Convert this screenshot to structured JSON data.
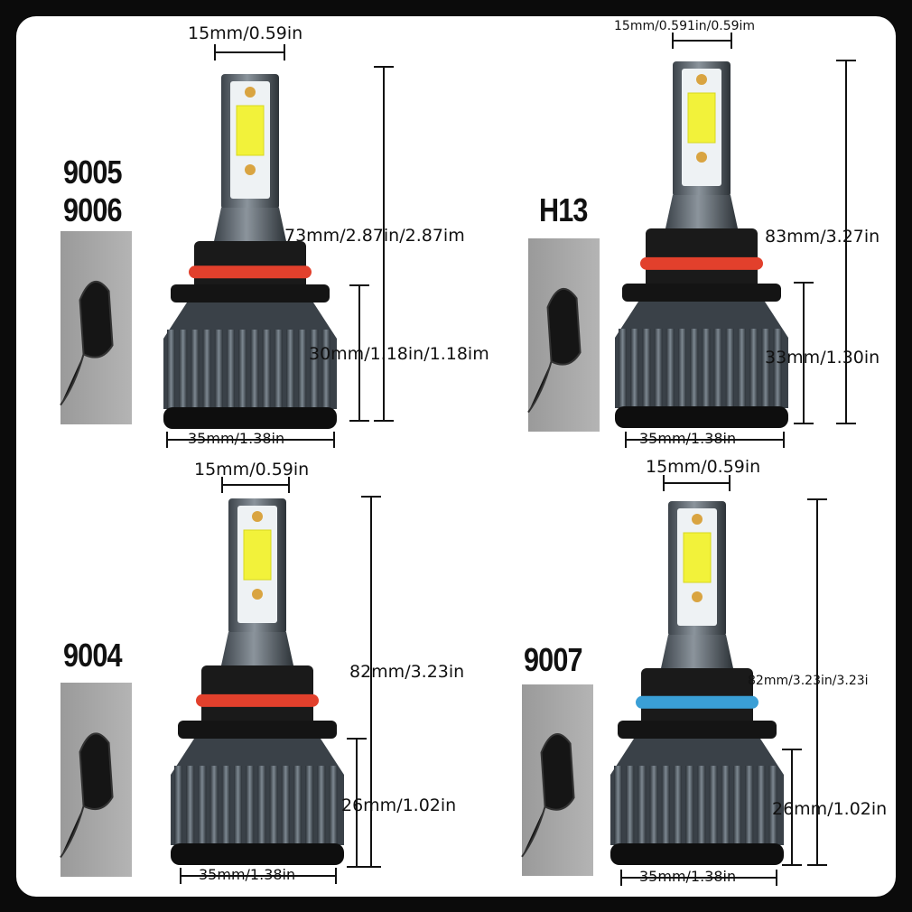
{
  "colors": {
    "ring_red": "#e2402c",
    "ring_blue": "#3a9fd6",
    "led": "#f2f23a",
    "heatsink": "#5a636c",
    "base": "#1a1a1a",
    "connector_bg": "#a8a8a8"
  },
  "bulbs": [
    {
      "models": [
        "9005",
        "9006"
      ],
      "ring": "red",
      "stem_width": "15mm/0.59in",
      "total_height": "73mm/2.87in/2.87im",
      "base_height": "30mm/1.18in/1.18im",
      "base_width": "35mm/1.38in"
    },
    {
      "models": [
        "H13"
      ],
      "ring": "red",
      "stem_width": "15mm/0.591in/0.59im",
      "total_height": "83mm/3.27in",
      "base_height": "33mm/1.30in",
      "base_width": "35mm/1.38in"
    },
    {
      "models": [
        "9004"
      ],
      "ring": "red",
      "stem_width": "15mm/0.59in",
      "total_height": "82mm/3.23in",
      "base_height": "26mm/1.02in",
      "base_width": "35mm/1.38in"
    },
    {
      "models": [
        "9007"
      ],
      "ring": "blue",
      "stem_width": "15mm/0.59in",
      "total_height": "82mm/3.23in/3.23i",
      "base_height": "26mm/1.02in",
      "base_width": "35mm/1.38in"
    }
  ]
}
